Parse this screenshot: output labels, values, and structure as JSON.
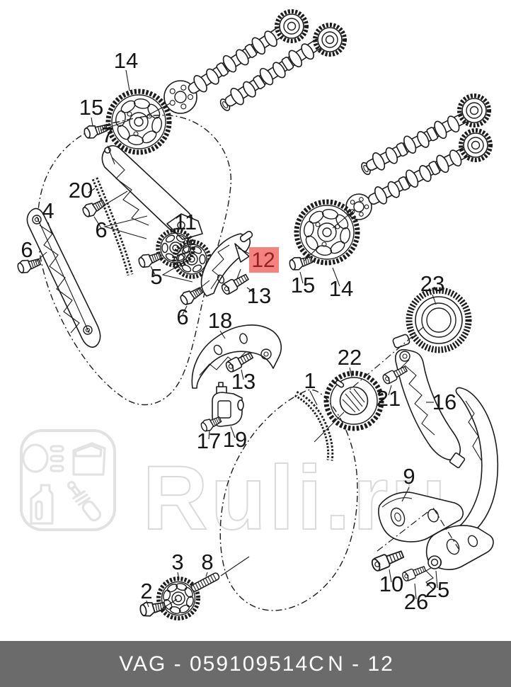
{
  "diagram": {
    "labels": [
      {
        "text": "14"
      },
      {
        "text": "15"
      },
      {
        "text": "7"
      },
      {
        "text": "20"
      },
      {
        "text": "6"
      },
      {
        "text": "4"
      },
      {
        "text": "6"
      },
      {
        "text": "11"
      },
      {
        "text": "5"
      },
      {
        "text": "13"
      },
      {
        "text": "6"
      },
      {
        "text": "15"
      },
      {
        "text": "14"
      },
      {
        "text": "23"
      },
      {
        "text": "22"
      },
      {
        "text": "21"
      },
      {
        "text": "16"
      },
      {
        "text": "1"
      },
      {
        "text": "18"
      },
      {
        "text": "13"
      },
      {
        "text": "17"
      },
      {
        "text": "19"
      },
      {
        "text": "9"
      },
      {
        "text": "10"
      },
      {
        "text": "26"
      },
      {
        "text": "25"
      },
      {
        "text": "2"
      },
      {
        "text": "3"
      },
      {
        "text": "8"
      }
    ],
    "highlight": {
      "label": "12",
      "box_color": "#f58181",
      "text_color": "#8d2420"
    },
    "line_color": "#1c1c1c"
  },
  "watermark": {
    "site": "Ruli.ru",
    "color": "#dadada",
    "icons": [
      "headlight-icon",
      "car-door-icon",
      "oil-canister-icon",
      "shock-absorber-icon"
    ]
  },
  "footer": {
    "catalog_code": "VAG - 059109514C",
    "page_code": "N - 12",
    "bg_color": "#6b6b6b",
    "text_color": "#ffffff"
  }
}
